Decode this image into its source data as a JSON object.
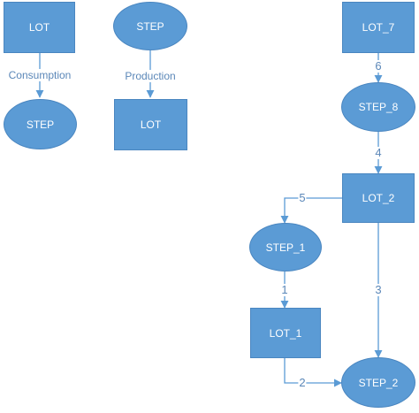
{
  "colors": {
    "node_fill": "#5b9bd5",
    "edge": "#5b9bd5",
    "label_text": "#5b87b8"
  },
  "legend": {
    "consumption": {
      "from": "LOT",
      "label": "Consumption",
      "to": "STEP"
    },
    "production": {
      "from": "STEP",
      "label": "Production",
      "to": "LOT"
    }
  },
  "graph": {
    "nodes": {
      "lot_7": "LOT_7",
      "step_8": "STEP_8",
      "lot_2": "LOT_2",
      "step_1": "STEP_1",
      "lot_1": "LOT_1",
      "step_2": "STEP_2"
    },
    "edges": [
      {
        "from": "LOT_7",
        "to": "STEP_8",
        "label": "6"
      },
      {
        "from": "STEP_8",
        "to": "LOT_2",
        "label": "4"
      },
      {
        "from": "LOT_2",
        "to": "STEP_1",
        "label": "5"
      },
      {
        "from": "STEP_1",
        "to": "LOT_1",
        "label": "1"
      },
      {
        "from": "LOT_1",
        "to": "STEP_2",
        "label": "2"
      },
      {
        "from": "LOT_2",
        "to": "STEP_2",
        "label": "3"
      }
    ]
  }
}
